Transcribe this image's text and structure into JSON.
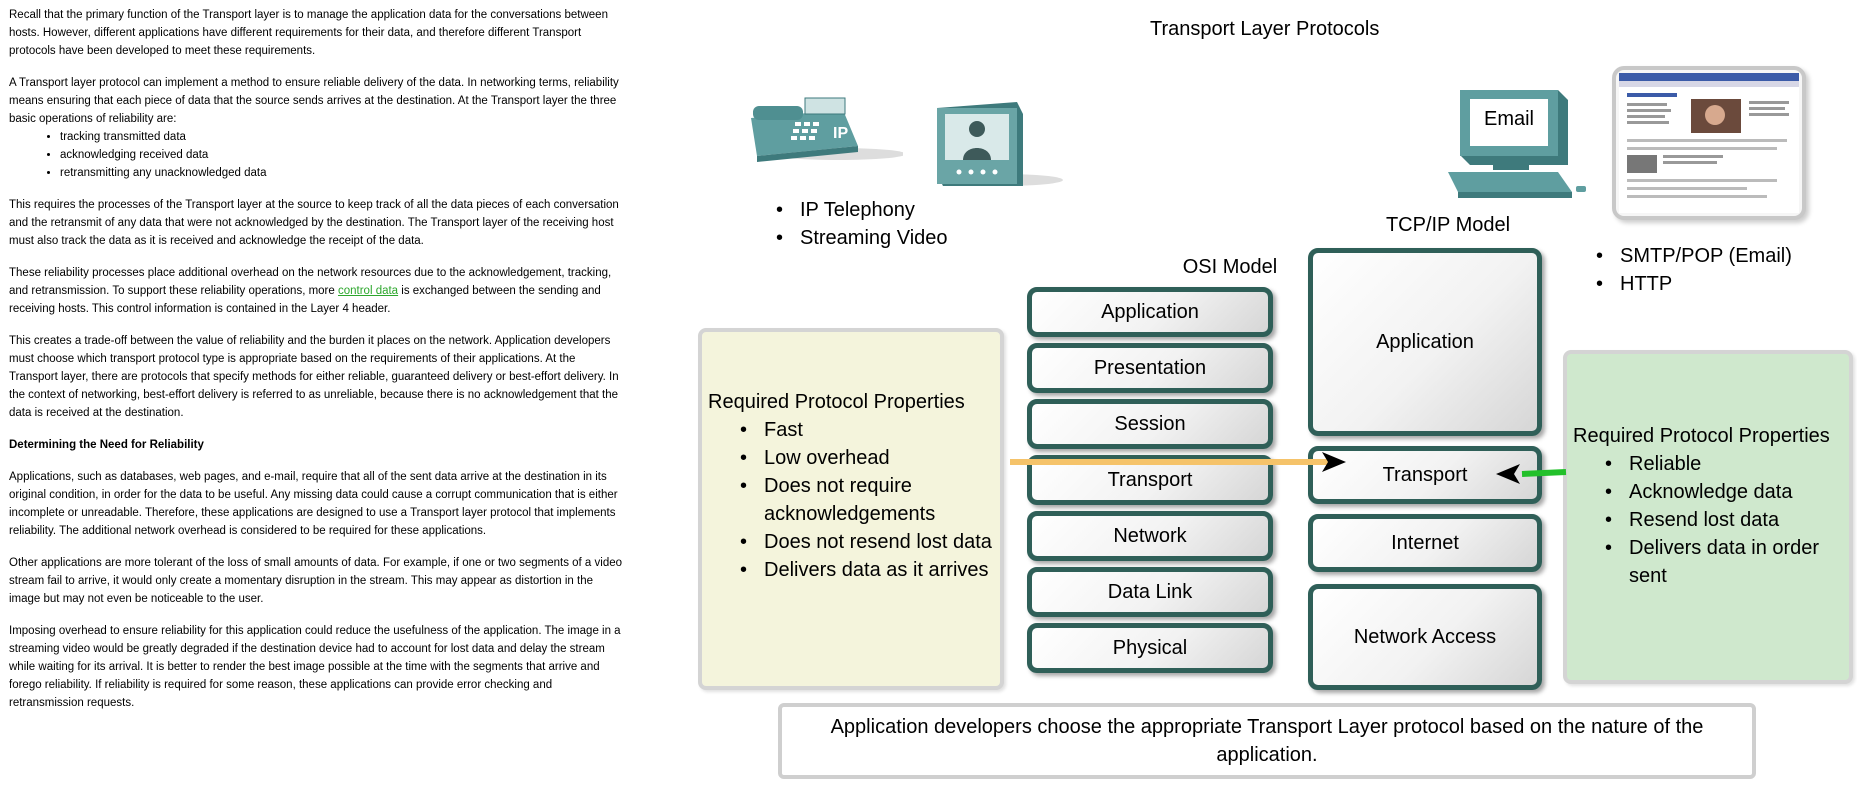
{
  "article": {
    "p1": "Recall that the primary function of the Transport layer is to manage the application data for the conversations between hosts. However, different applications have different requirements for their data, and therefore different Transport protocols have been developed to meet these requirements.",
    "p2": "A Transport layer protocol can implement a method to ensure reliable delivery of the data. In networking terms, reliability means ensuring that each piece of data that the source sends arrives at the destination. At the Transport layer the three basic operations of reliability are:",
    "bullets": [
      "tracking transmitted data",
      "acknowledging received data",
      "retransmitting any unacknowledged data"
    ],
    "p3": "This requires the processes of the Transport layer at the source to keep track of all the data pieces of each conversation and the retransmit of any data that were not acknowledged by the destination. The Transport layer of the receiving host must also track the data as it is received and acknowledge the receipt of the data.",
    "p4_before": "These reliability processes place additional overhead on the network resources due to the acknowledgement, tracking, and retransmission. To support these reliability operations, more ",
    "p4_link": "control data",
    "p4_after": " is exchanged between the sending and receiving hosts. This control information is contained in the Layer 4 header.",
    "p5": "This creates a trade-off between the value of reliability and the burden it places on the network. Application developers must choose which transport protocol type is appropriate based on the requirements of their applications. At the Transport layer, there are protocols that specify methods for either reliable, guaranteed delivery or best-effort delivery. In the context of networking, best-effort delivery is referred to as unreliable, because there is no acknowledgement that the data is received at the destination.",
    "heading": "Determining the Need for Reliability",
    "p6": "Applications, such as databases, web pages, and e-mail, require that all of the sent data arrive at the destination in its original condition, in order for the data to be useful. Any missing data could cause a corrupt communication that is either incomplete or unreadable. Therefore, these applications are designed to use a Transport layer protocol that implements reliability. The additional network overhead is considered to be required for these applications.",
    "p7": "Other applications are more tolerant of the loss of small amounts of data. For example, if one or two segments of a video stream fail to arrive, it would only create a momentary disruption in the stream. This may appear as distortion in the image but may not even be noticeable to the user.",
    "p8": "Imposing overhead to ensure reliability for this application could reduce the usefulness of the application. The image in a streaming video would be greatly degraded if the destination device had to account for lost data and delay the stream while waiting for its arrival. It is better to render the best image possible at the time with the segments that arrive and forego reliability. If reliability is required for some reason, these applications can provide error checking and retransmission requests."
  },
  "diagram": {
    "title": "Transport Layer Protocols",
    "phone_icon_label": "IP",
    "email_label": "Email",
    "left_apps": [
      "IP Telephony",
      "Streaming Video"
    ],
    "right_apps": [
      "SMTP/POP (Email)",
      "HTTP"
    ],
    "osi_title": "OSI Model",
    "osi_layers": [
      "Application",
      "Presentation",
      "Session",
      "Transport",
      "Network",
      "Data Link",
      "Physical"
    ],
    "tcpip_title": "TCP/IP Model",
    "tcpip_layers": [
      "Application",
      "Transport",
      "Internet",
      "Network Access"
    ],
    "unreliable_box": {
      "title": "Required Protocol Properties",
      "items": [
        "Fast",
        "Low overhead",
        "Does not require acknowledgements",
        "Does not resend lost data",
        "Delivers data as it arrives"
      ],
      "bg": "#f4f4dc"
    },
    "reliable_box": {
      "title": "Required Protocol Properties",
      "items": [
        "Reliable",
        "Acknowledge data",
        "Resend lost data",
        "Delivers data in order sent"
      ],
      "bg": "#cfe8cd"
    },
    "caption": "Application developers choose the appropriate Transport Layer protocol based on the nature of the application.",
    "colors": {
      "layer_border": "#2f5f58",
      "arrow_left": "#f5c36a",
      "arrow_right": "#22c02a",
      "link": "#2ca62c"
    }
  }
}
